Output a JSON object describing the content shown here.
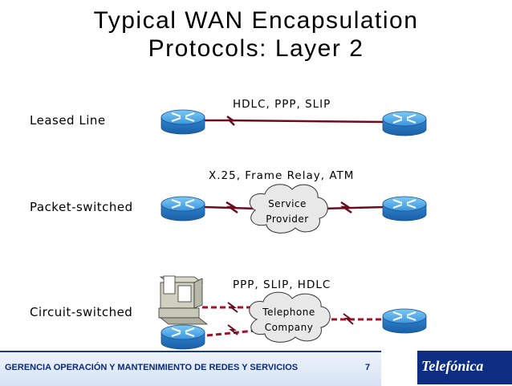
{
  "title": {
    "line1": "Typical WAN Encapsulation",
    "line2": "Protocols: Layer 2"
  },
  "rows": [
    {
      "label": "Leased Line",
      "protocols": "HDLC, PPP, SLIP"
    },
    {
      "label": "Packet-switched",
      "protocols": "X.25, Frame Relay, ATM",
      "cloud": {
        "line1": "Service",
        "line2": "Provider"
      }
    },
    {
      "label": "Circuit-switched",
      "protocols": "PPP, SLIP, HDLC",
      "cloud": {
        "line1": "Telephone",
        "line2": "Company"
      }
    }
  ],
  "icons": [
    "router-icon",
    "computer-icon",
    "cloud-icon"
  ],
  "colors": {
    "router": "#3aa0e8",
    "link_line": "#6b0d1f",
    "dashed_link": "#a0142a",
    "footer_text": "#0a2a7a",
    "logo_bg": "#0c2d82"
  },
  "footer": {
    "text": "GERENCIA OPERACIÓN Y MANTENIMIENTO DE REDES Y SERVICIOS",
    "page": "7",
    "logo": "Telefónica"
  }
}
